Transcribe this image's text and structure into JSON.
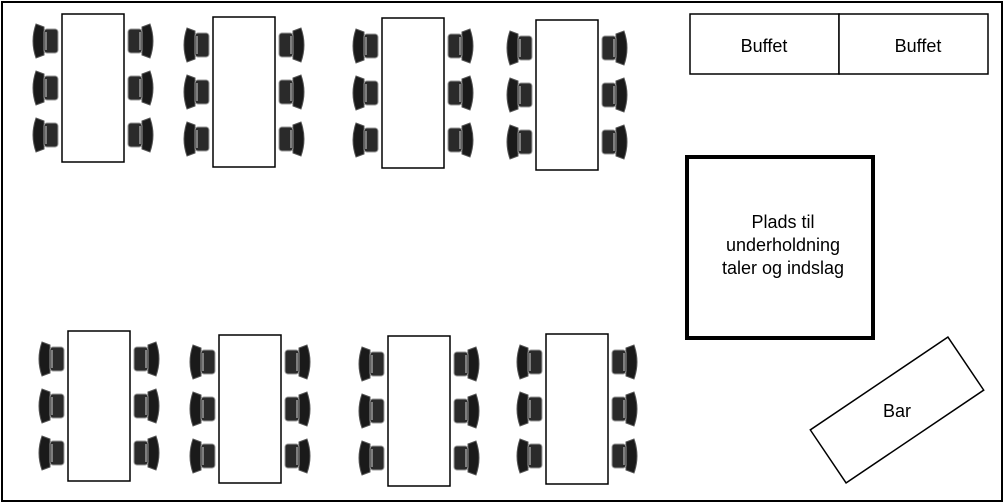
{
  "floorplan": {
    "buffet_labels": [
      "Buffet",
      "Buffet"
    ],
    "stage_label_lines": [
      "Plads til",
      "underholdning",
      "taler og indslag"
    ],
    "bar_label": "Bar",
    "table_count": 8,
    "chairs_per_side": 3
  },
  "colors": {
    "outline": "#000000",
    "chair_dark": "#1a1a1a",
    "chair_mid": "#555555",
    "chair_light": "#9a9a9a",
    "background": "#ffffff"
  }
}
